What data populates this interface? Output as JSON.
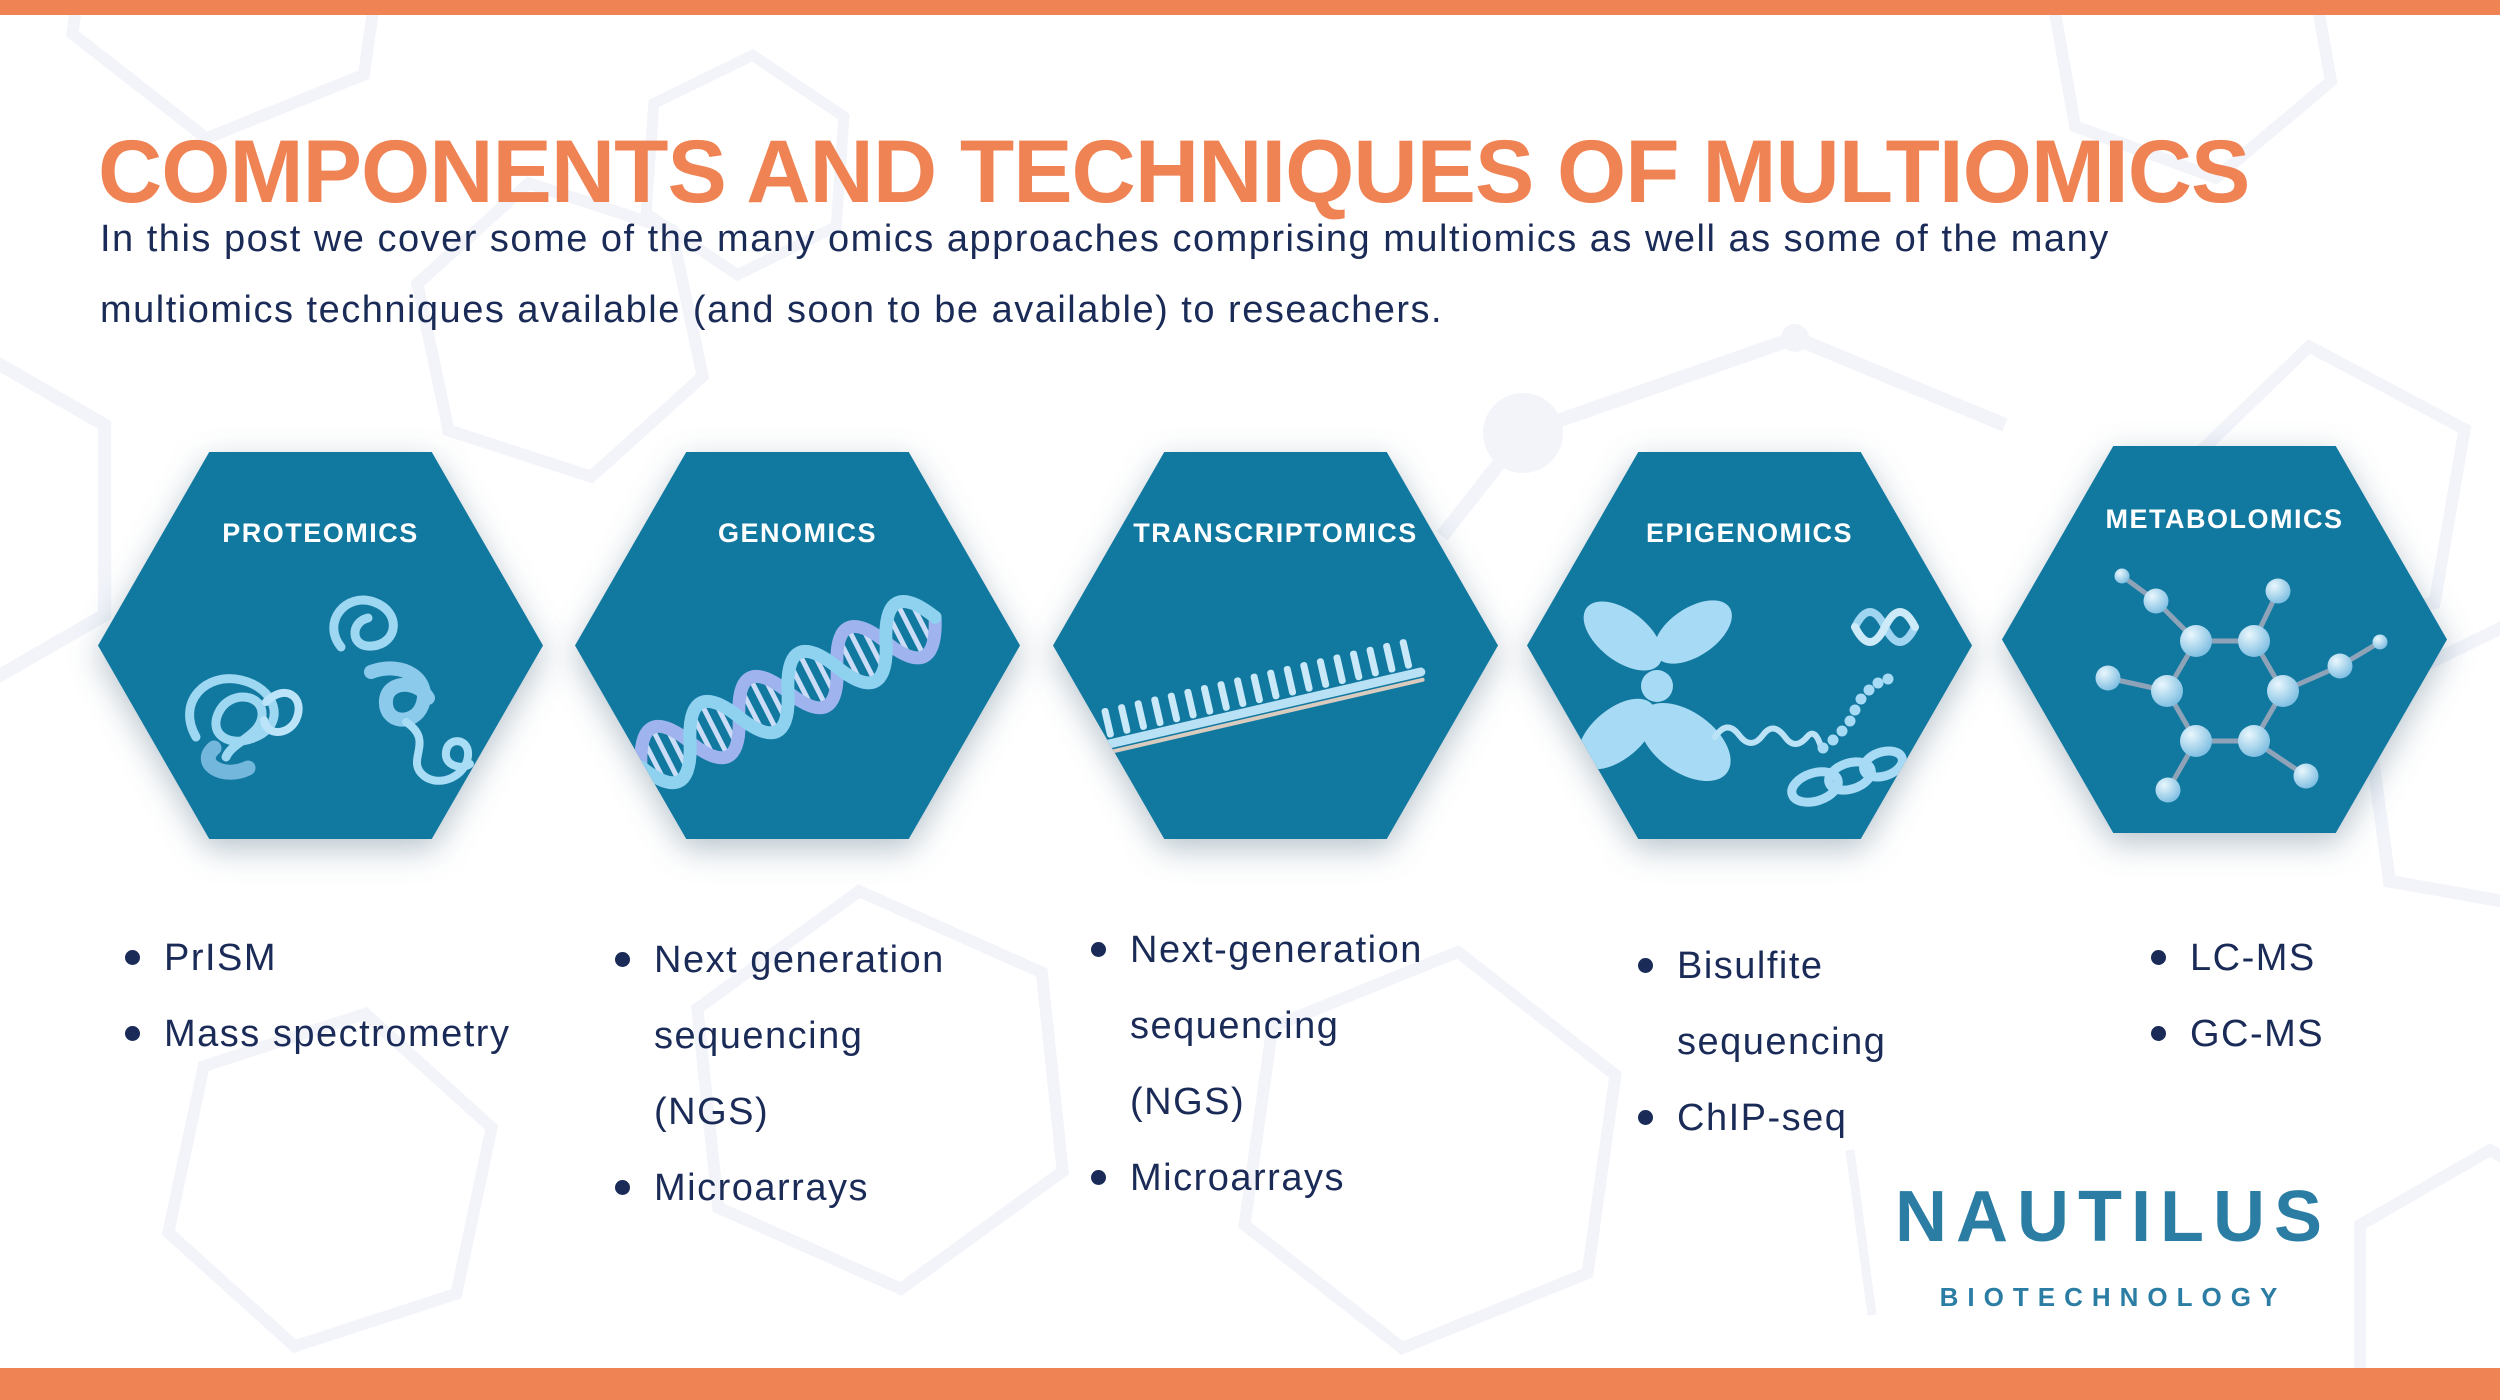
{
  "header": {
    "title": "COMPONENTS AND TECHNIQUES OF MULTIOMICS",
    "subtitle_line1": "In this post we cover some of the many omics approaches comprising multiomics as well as some of the many",
    "subtitle_line2": "multiomics techniques available (and soon to be available) to reseachers."
  },
  "cards": [
    {
      "label": "PROTEOMICS",
      "illustration": "protein-ribbons",
      "techniques": [
        "PrISM",
        "Mass spectrometry"
      ]
    },
    {
      "label": "GENOMICS",
      "illustration": "dna-double-helix",
      "techniques": [
        "Next generation sequencing (NGS)",
        "Microarrays"
      ]
    },
    {
      "label": "TRANSCRIPTOMICS",
      "illustration": "mrna-strand",
      "techniques": [
        "Next-generation sequencing (NGS)",
        "Microarrays"
      ]
    },
    {
      "label": "EPIGENOMICS",
      "illustration": "chromosome-chromatin",
      "techniques": [
        "Bisulfite sequencing",
        "ChIP-seq"
      ]
    },
    {
      "label": "METABOLOMICS",
      "illustration": "metabolite-molecule",
      "techniques": [
        "LC-MS",
        "GC-MS"
      ]
    }
  ],
  "logo": {
    "wordmark": "NAUTILUS",
    "tagline": "BIOTECHNOLOGY"
  },
  "colors": {
    "accent_orange": "#EF8354",
    "hexagon_teal": "#1178A0",
    "text_navy": "#1B2B57",
    "logo_teal": "#2B7DA4",
    "illustration_light_blue": "#A7DAF4",
    "background_pattern": "#F2F4FA"
  }
}
